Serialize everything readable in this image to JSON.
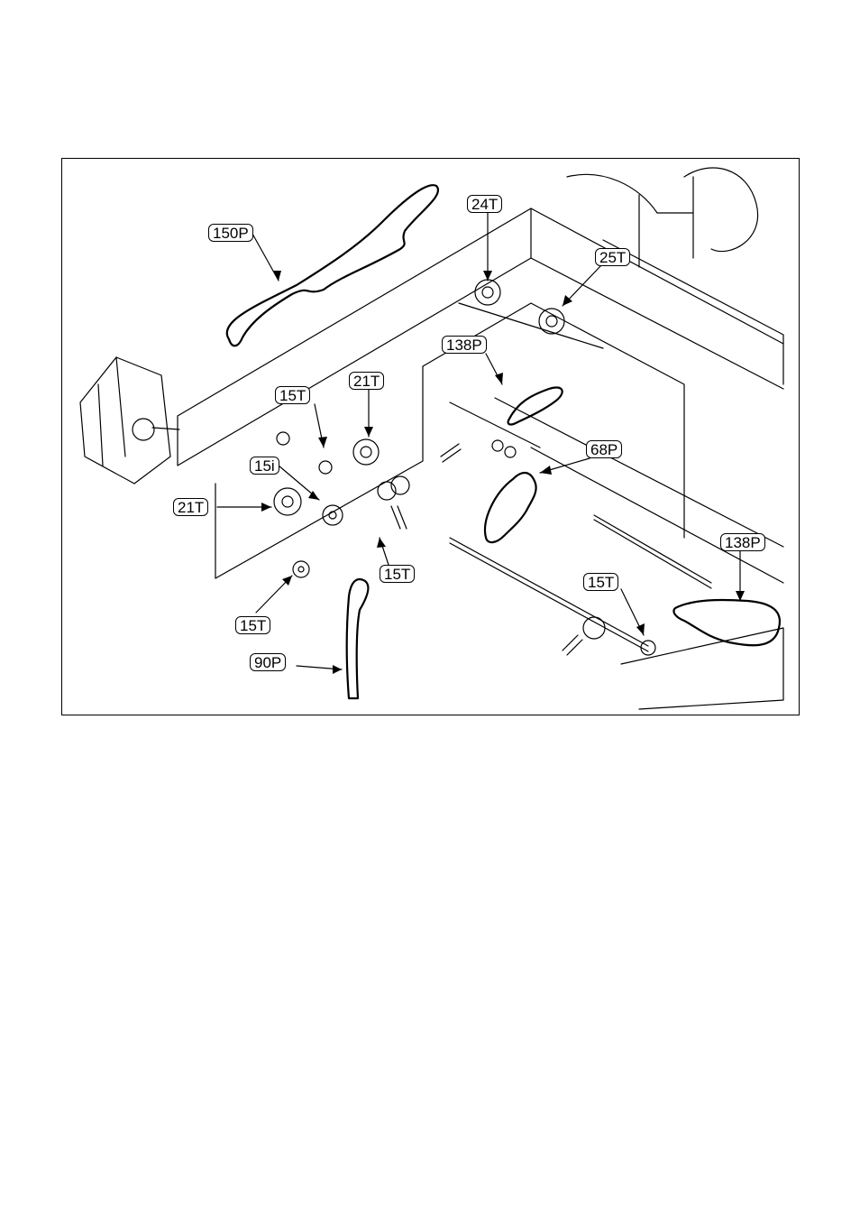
{
  "figure": {
    "callouts": {
      "c150p": "150P",
      "c24t": "24T",
      "c25t": "25T",
      "c138p_top": "138P",
      "c21t_top": "21T",
      "c15t_upper": "15T",
      "c15i": "15i",
      "c21t_left": "21T",
      "c68p": "68P",
      "c15t_center": "15T",
      "c15t_right": "15T",
      "c138p_right": "138P",
      "c15t_lower": "15T",
      "c90p": "90P"
    }
  }
}
